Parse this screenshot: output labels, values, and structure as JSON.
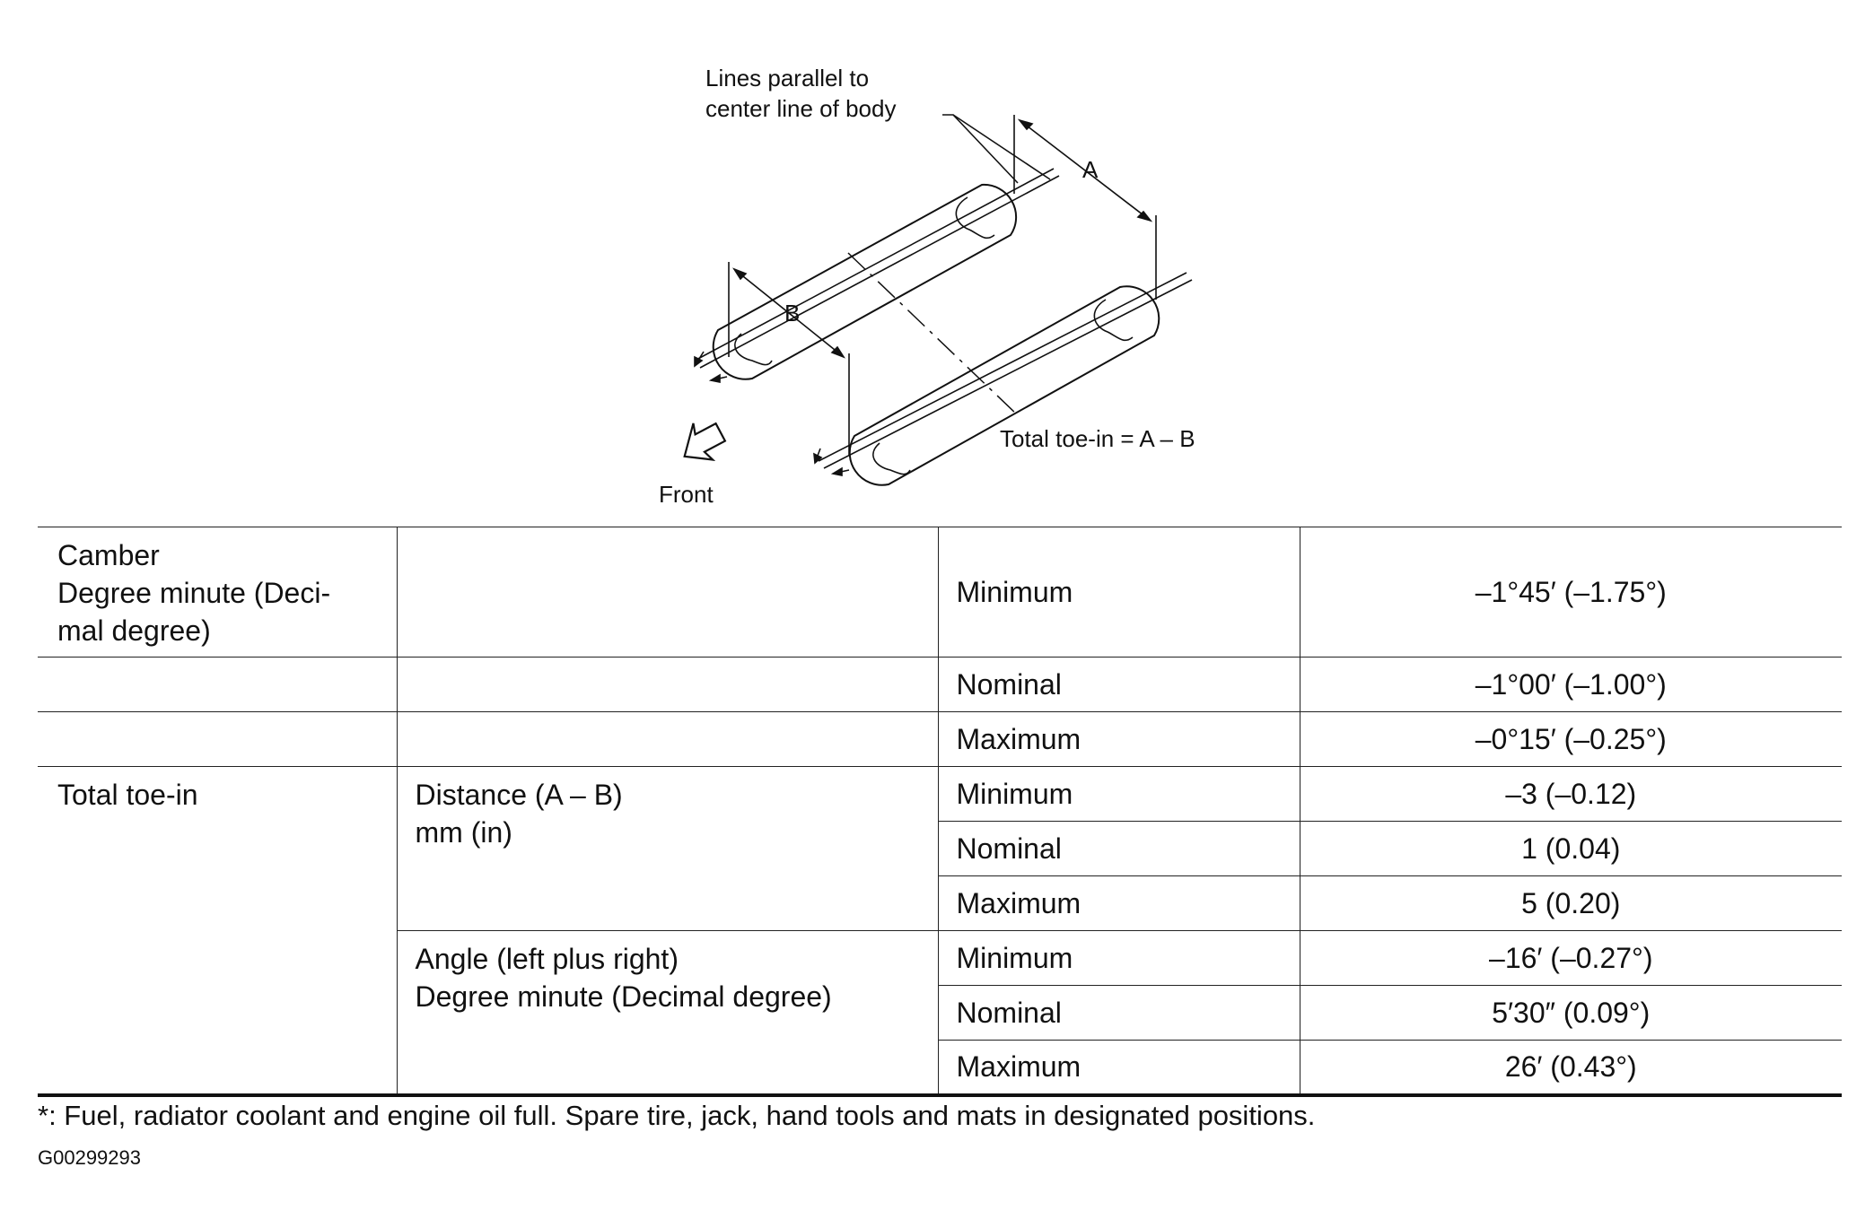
{
  "diagram": {
    "callout_line1": "Lines parallel to",
    "callout_line2": "center line of body",
    "label_a": "A",
    "label_b": "B",
    "formula": "Total toe-in = A – B",
    "front_label": "Front",
    "front_icon": "front-arrow-icon"
  },
  "table": {
    "camber": {
      "label": "Camber\nDegree minute (Deci-\nmal degree)",
      "rows": [
        {
          "level": "Minimum",
          "value": "–1°45′ (–1.75°)"
        },
        {
          "level": "Nominal",
          "value": "–1°00′ (–1.00°)"
        },
        {
          "level": "Maximum",
          "value": "–0°15′ (–0.25°)"
        }
      ]
    },
    "toe": {
      "label": "Total toe-in",
      "distance": {
        "label": "Distance (A – B)\nmm (in)",
        "rows": [
          {
            "level": "Minimum",
            "value": "–3 (–0.12)"
          },
          {
            "level": "Nominal",
            "value": "1 (0.04)"
          },
          {
            "level": "Maximum",
            "value": "5 (0.20)"
          }
        ]
      },
      "angle": {
        "label": "Angle (left plus right)\nDegree minute (Decimal degree)",
        "rows": [
          {
            "level": "Minimum",
            "value": "–16′ (–0.27°)"
          },
          {
            "level": "Nominal",
            "value": "5′30″ (0.09°)"
          },
          {
            "level": "Maximum",
            "value": "26′ (0.43°)"
          }
        ]
      }
    }
  },
  "footnote": "*: Fuel, radiator coolant and engine oil full. Spare tire, jack, hand tools and mats in designated positions.",
  "ref_id": "G00299293"
}
